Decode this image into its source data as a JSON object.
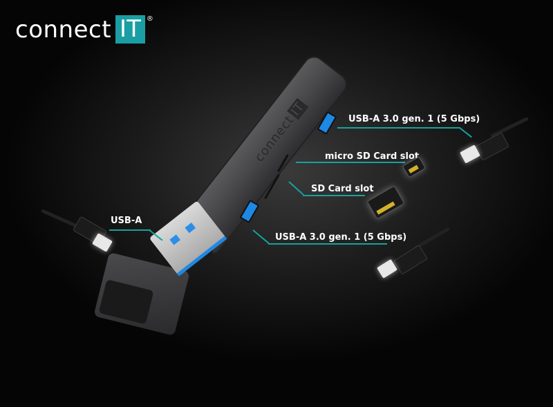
{
  "brand": {
    "word": "connect",
    "box": "IT",
    "reg": "®",
    "accent": "#1a9ea3"
  },
  "hub": {
    "engraving_word": "connect",
    "engraving_box": "IT"
  },
  "labels": {
    "usb_a_input": "USB-A",
    "usb_port_top": "USB-A 3.0 gen. 1 (5 Gbps)",
    "micro_sd": "micro SD Card slot",
    "sd": "SD Card slot",
    "usb_port_bottom": "USB-A 3.0 gen. 1 (5 Gbps)"
  },
  "colors": {
    "callout_line": "#16a39e",
    "usb_blue": "#1e88e5"
  }
}
